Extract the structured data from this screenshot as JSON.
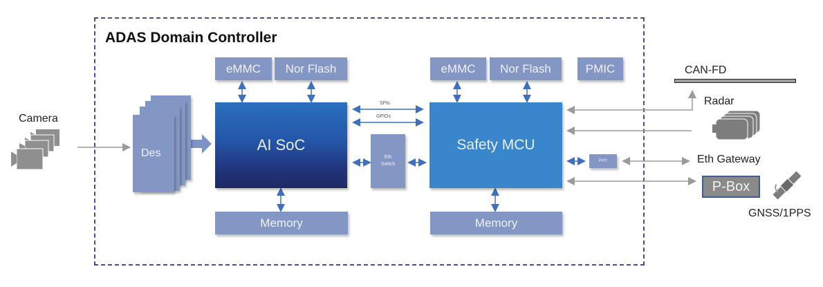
{
  "diagram": {
    "title": "ADAS Domain Controller",
    "colors": {
      "frame_dash": "#4b4b8f",
      "light_box": "#8496c4",
      "ai_soc_top": "#2a6fbd",
      "ai_soc_bottom": "#1f2a60",
      "safety_mcu": "#3a86cc",
      "internal_arrow": "#3f6fbf",
      "external_arrow": "#9a9a9a"
    },
    "left_side": {
      "ai_soc": "AI SoC",
      "emmc": "eMMC",
      "nor_flash": "Nor Flash",
      "memory": "Memory",
      "deserializer": "Des"
    },
    "right_side": {
      "safety_mcu": "Safety MCU",
      "emmc": "eMMC",
      "nor_flash": "Nor Flash",
      "memory": "Memory",
      "pmic": "PMIC",
      "phy": "PHY"
    },
    "interconnect": {
      "spi": "SPIs",
      "gpio": "GPIOs",
      "eth_switch_line1": "Eth",
      "eth_switch_line2": "Switch"
    },
    "external": {
      "camera": "Camera",
      "can_fd": "CAN-FD",
      "radar": "Radar",
      "eth_gateway": "Eth Gateway",
      "p_box": "P-Box",
      "gnss": "GNSS/1PPS"
    },
    "icons": {
      "camera": "camera-stack-icon",
      "radar": "radar-stack-icon",
      "satellite": "satellite-icon"
    }
  }
}
